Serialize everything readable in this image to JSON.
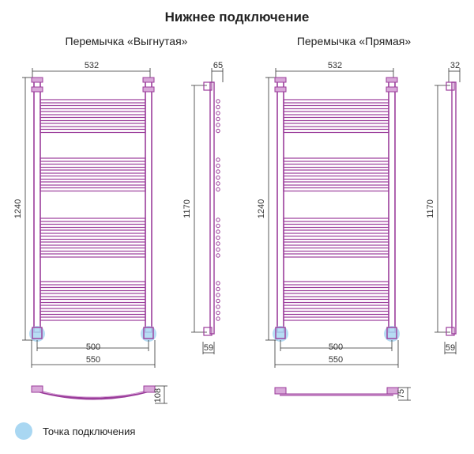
{
  "title": "Нижнее подключение",
  "variants": [
    {
      "label": "Перемычка «Выгнутая»",
      "dims": {
        "top_width": "532",
        "height": "1240",
        "side_height": "1170",
        "side_depth": "65",
        "side_bottom": "59",
        "center": "500",
        "overall": "550",
        "plan_depth": "108"
      }
    },
    {
      "label": "Перемычка «Прямая»",
      "dims": {
        "top_width": "532",
        "height": "1240",
        "side_height": "1170",
        "side_depth": "32",
        "side_bottom": "59",
        "center": "500",
        "overall": "550",
        "plan_depth": "75"
      }
    }
  ],
  "legend": {
    "label": "Точка подключения"
  },
  "colors": {
    "pipe": "#9b3d9b",
    "pipe_light": "#d9a8d9",
    "connection": "#a9d7f2",
    "dim_line": "#333333"
  }
}
